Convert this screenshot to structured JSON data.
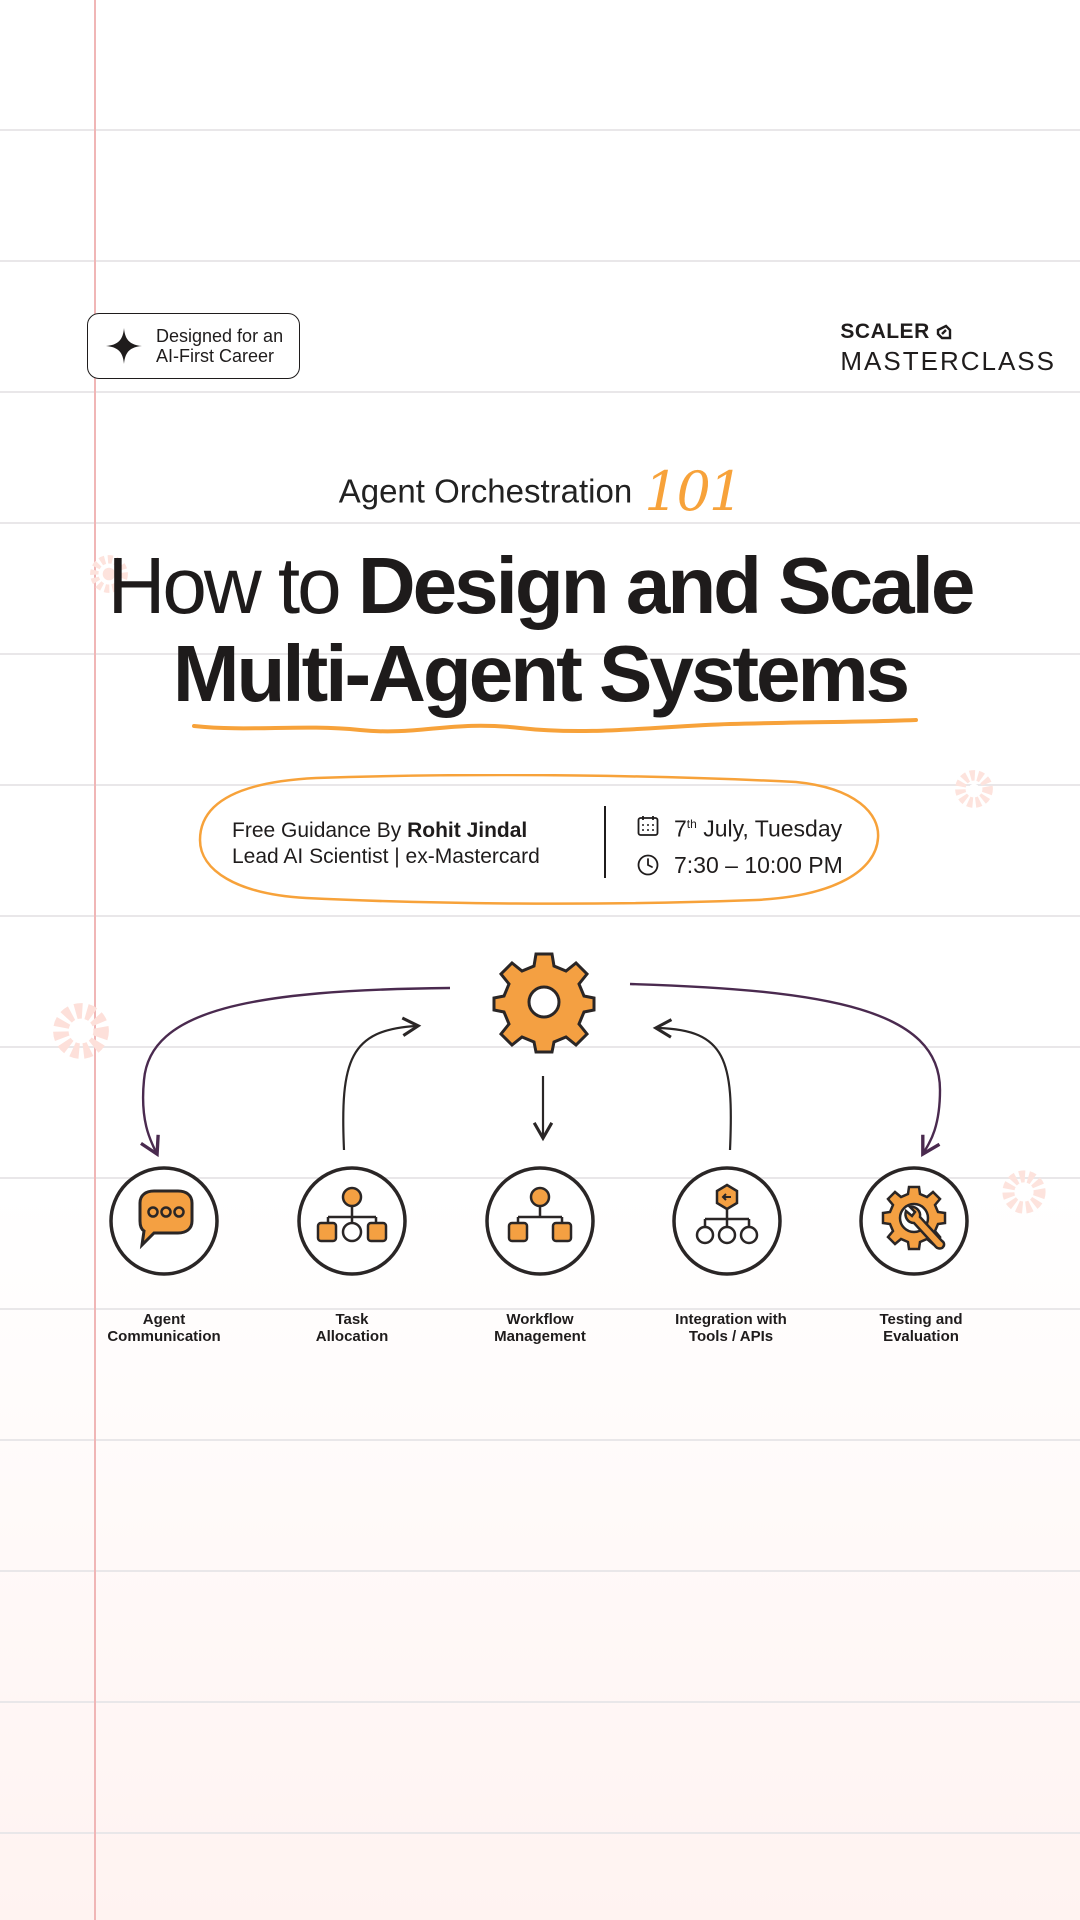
{
  "badge": {
    "line1": "Designed for an",
    "line2": "AI-First Career",
    "icon": "sparkle-icon"
  },
  "brand": {
    "top": "SCALER",
    "bottom": "MASTERCLASS",
    "icon": "scaler-logo-icon"
  },
  "subtitle": {
    "text": "Agent Orchestration",
    "number": "101"
  },
  "headline": {
    "line1_light": "How to ",
    "line1_bold": "Design and Scale",
    "line2": "Multi-Agent Systems"
  },
  "info": {
    "guidance_prefix": "Free Guidance By ",
    "speaker": "Rohit Jindal",
    "role": "Lead AI Scientist | ex-Mastercard",
    "date_day": "7",
    "date_sup": "th",
    "date_rest": " July, Tuesday",
    "time": "7:30 – 10:00 PM"
  },
  "nodes": [
    {
      "line1": "Agent",
      "line2": "Communication",
      "icon": "chat-bubble-icon"
    },
    {
      "line1": "Task",
      "line2": "Allocation",
      "icon": "hierarchy-icon"
    },
    {
      "line1": "Workflow",
      "line2": "Management",
      "icon": "workflow-icon"
    },
    {
      "line1": "Integration with",
      "line2": "Tools / APIs",
      "icon": "integration-icon"
    },
    {
      "line1": "Testing and",
      "line2": "Evaluation",
      "icon": "gear-wrench-icon"
    }
  ],
  "colors": {
    "accent": "#f7a23a",
    "ink": "#1f1c1c",
    "arrow_purple": "#4a2a4f",
    "margin_line": "#f0b6b6"
  }
}
